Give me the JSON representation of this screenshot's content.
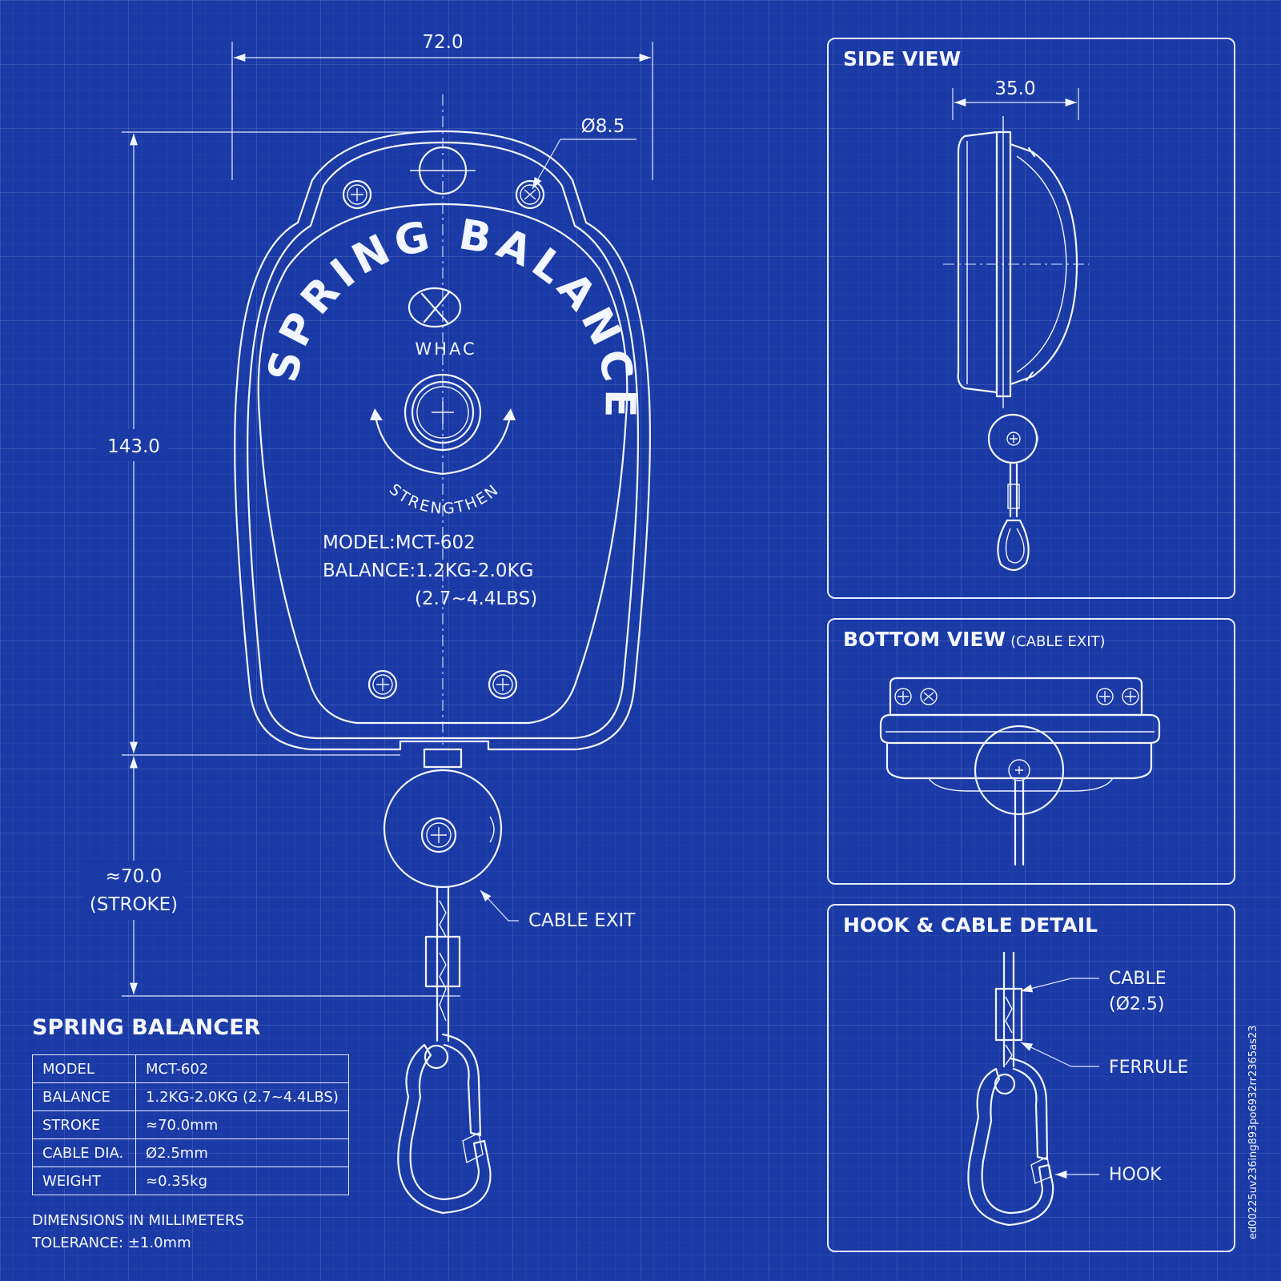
{
  "dimensions": {
    "width": "72.0",
    "height": "143.0",
    "hole": "Ø8.5",
    "stroke_value": "≈70.0",
    "stroke_label": "(STROKE)",
    "side_width": "35.0"
  },
  "product": {
    "title": "SPRING BALANCER",
    "brand": "WHAC",
    "adjust_label": "STRENGTHEN",
    "model_line": "MODEL:MCT-602",
    "balance_line": "BALANCE:1.2KG-2.0KG",
    "balance_lbs": "(2.7~4.4LBS)"
  },
  "callouts": {
    "cable_exit": "CABLE EXIT",
    "cable": "CABLE",
    "cable_dia": "(Ø2.5)",
    "ferrule": "FERRULE",
    "hook": "HOOK"
  },
  "panels": {
    "side_view": "SIDE VIEW",
    "bottom_view": "BOTTOM VIEW",
    "bottom_view_sub": "(CABLE EXIT)",
    "hook_detail": "HOOK & CABLE DETAIL"
  },
  "spec_table": {
    "title": "SPRING BALANCER",
    "rows": [
      {
        "key": "MODEL",
        "value": "MCT-602"
      },
      {
        "key": "BALANCE",
        "value": "1.2KG-2.0KG (2.7~4.4LBS)"
      },
      {
        "key": "STROKE",
        "value": "≈70.0mm"
      },
      {
        "key": "CABLE DIA.",
        "value": "Ø2.5mm"
      },
      {
        "key": "WEIGHT",
        "value": "≈0.35kg"
      }
    ]
  },
  "notes": {
    "units": "DIMENSIONS IN MILLIMETERS",
    "tolerance": "TOLERANCE:  ±1.0mm"
  },
  "serial": "ed00225uv236ing893po6932rr2365as23",
  "colors": {
    "background": "#1a3aa6",
    "line": "#f2f6ff"
  }
}
